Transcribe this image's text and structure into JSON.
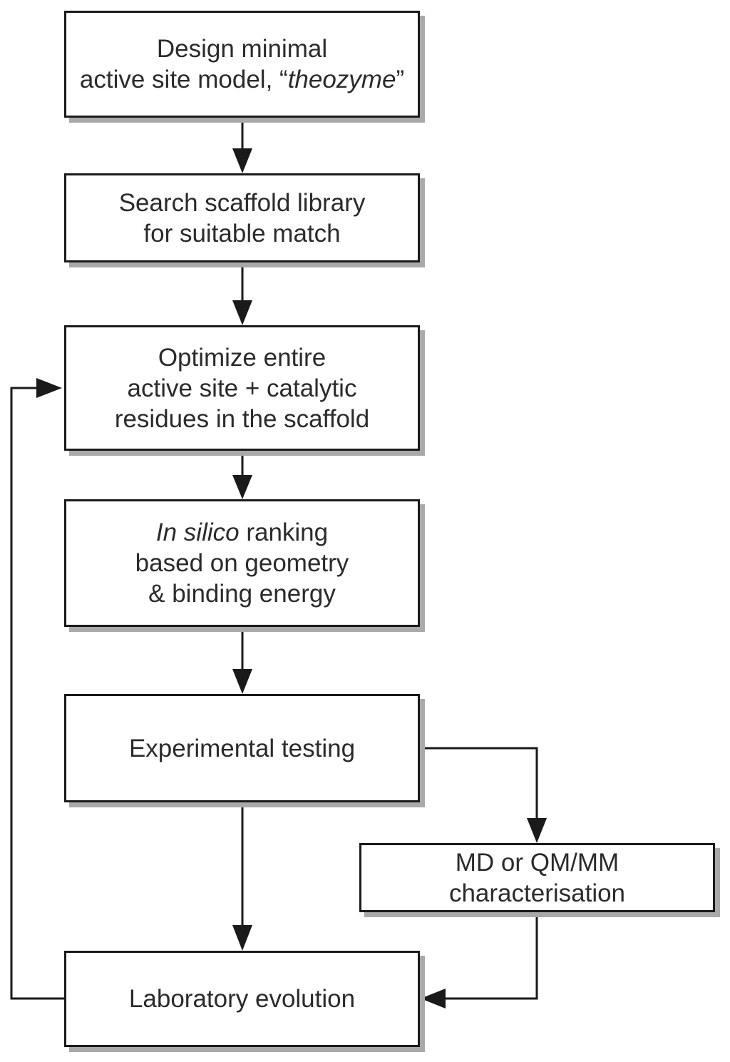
{
  "diagram": {
    "steps": {
      "design": {
        "line1": "Design minimal",
        "line2_prefix": "active site model, “",
        "line2_italic": "theozyme",
        "line2_suffix": "”"
      },
      "search": {
        "line1": "Search scaffold library",
        "line2": "for suitable match"
      },
      "optimize": {
        "line1": "Optimize entire",
        "line2": "active site + catalytic",
        "line3": "residues in the scaffold"
      },
      "ranking": {
        "line1_italic": "In silico",
        "line1_suffix": " ranking",
        "line2": "based on geometry",
        "line3": "& binding energy"
      },
      "testing": {
        "line1": "Experimental testing"
      },
      "md": {
        "line1": "MD or QM/MM",
        "line2": "characterisation"
      },
      "evolution": {
        "line1": "Laboratory evolution"
      }
    },
    "colors": {
      "line": "#1a1a1a",
      "shadow": "#a9a9a9",
      "text": "#2b2b2b",
      "background": "#ffffff"
    }
  }
}
